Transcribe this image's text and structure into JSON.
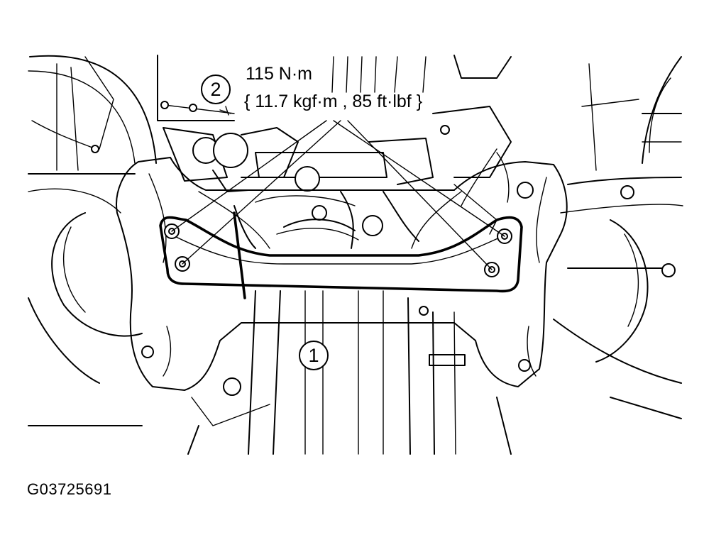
{
  "torque_spec": {
    "line1": "115 N·m",
    "line2": "{ 11.7 kgf·m , 85 ft·lbf }"
  },
  "callouts": {
    "part1": "1",
    "part2": "2"
  },
  "figure_id": "G03725691"
}
